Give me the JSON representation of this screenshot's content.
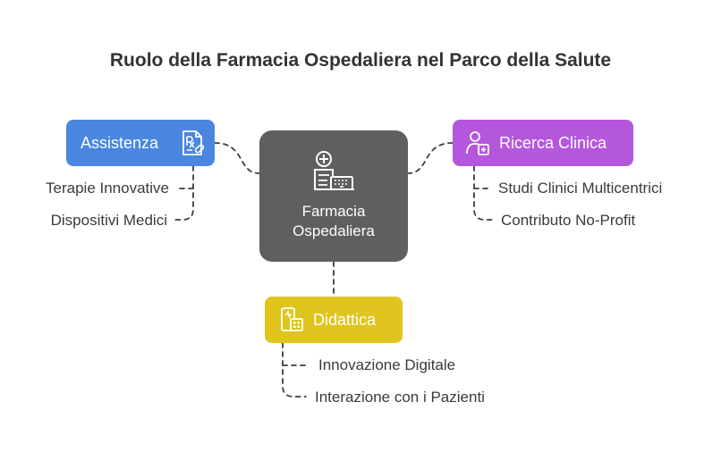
{
  "title": "Ruolo della Farmacia Ospedaliera nel Parco della Salute",
  "center": {
    "label": "Farmacia\nOspedaliera",
    "icon": "hospital-building-icon",
    "color": "#5f5f5f"
  },
  "branches": [
    {
      "id": "assistenza",
      "label": "Assistenza",
      "icon": "prescription-icon",
      "color": "#4a86e0",
      "items": [
        "Terapie Innovative",
        "Dispositivi Medici"
      ]
    },
    {
      "id": "ricerca",
      "label": "Ricerca Clinica",
      "icon": "doctor-medical-icon",
      "color": "#b457dc",
      "items": [
        "Studi Clinici Multicentrici",
        "Contributo No-Profit"
      ]
    },
    {
      "id": "didattica",
      "label": "Didattica",
      "icon": "mobile-health-icon",
      "color": "#dfc51e",
      "items": [
        "Innovazione Digitale",
        "Interazione con i Pazienti"
      ]
    }
  ]
}
